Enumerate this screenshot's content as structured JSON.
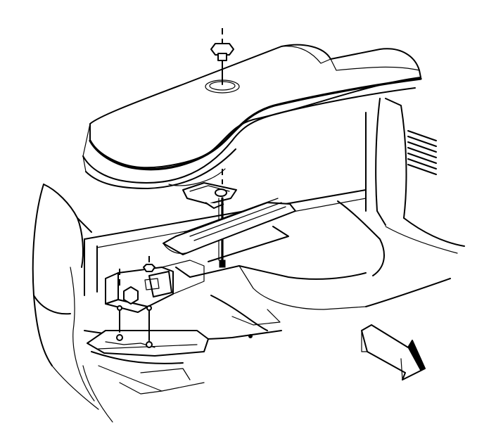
{
  "diagram": {
    "parts": [
      {
        "id": "cargo-cover",
        "icon": "spare-tire-cover"
      },
      {
        "id": "wing-nut",
        "icon": "wing-nut"
      },
      {
        "id": "hold-down-bracket",
        "icon": "bracket"
      },
      {
        "id": "retainer-rod",
        "icon": "threaded-rod"
      },
      {
        "id": "jack-bracket",
        "icon": "jack-mount"
      },
      {
        "id": "floor-panel",
        "icon": "floor"
      },
      {
        "id": "direction-arrow",
        "icon": "front-arrow"
      }
    ],
    "colors": {
      "line": "#000000",
      "background": "#ffffff"
    }
  }
}
